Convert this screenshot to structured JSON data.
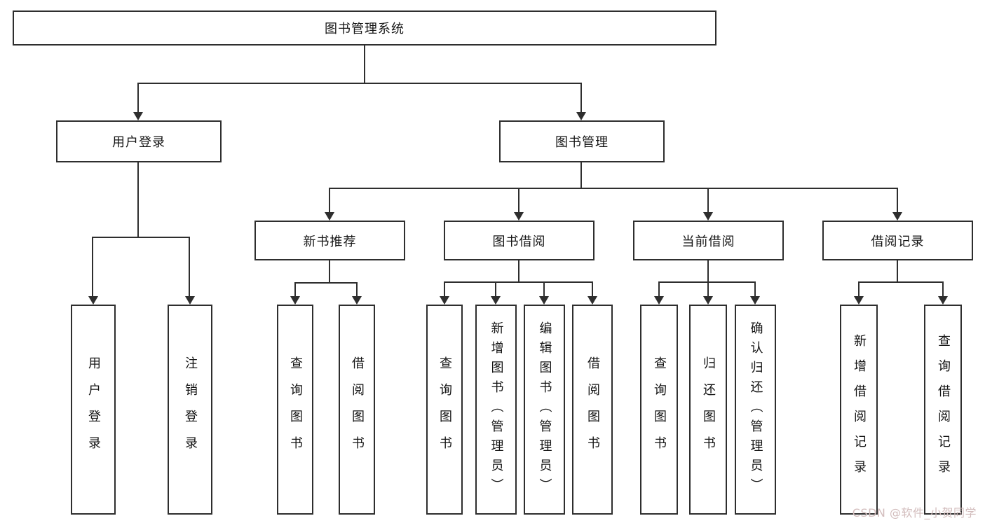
{
  "root": {
    "title": "图书管理系统"
  },
  "nodes": {
    "user_login": "用户登录",
    "book_mgmt": "图书管理",
    "new_book": "新书推荐",
    "book_borrow": "图书借阅",
    "current_borrow": "当前借阅",
    "borrow_record": "借阅记录"
  },
  "leaves": {
    "user_login": "用户登录",
    "logout": "注销登录",
    "nb_query": "查询图书",
    "nb_borrow": "借阅图书",
    "bb_query": "查询图书",
    "bb_add": "新增图书（管理员）",
    "bb_edit": "编辑图书（管理员）",
    "bb_borrow": "借阅图书",
    "cb_query": "查询图书",
    "cb_return": "归还图书",
    "cb_confirm": "确认归还（管理员）",
    "br_add": "新增借阅记录",
    "br_query": "查询借阅记录"
  },
  "watermark": "CSDN @软件_小贺同学",
  "colors": {
    "line": "#2e2e2e",
    "border": "#2e2e2e",
    "text": "#141414",
    "watermark": "#d2bcbc",
    "background": "#ffffff"
  }
}
